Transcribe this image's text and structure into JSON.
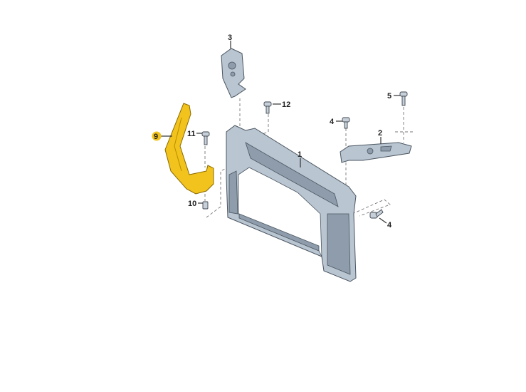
{
  "diagram": {
    "parts": [
      {
        "number": "1",
        "name": "front-end-carrier"
      },
      {
        "number": "2",
        "name": "lock-carrier-bracket"
      },
      {
        "number": "3",
        "name": "side-bracket"
      },
      {
        "number": "4",
        "name": "bolt"
      },
      {
        "number": "4",
        "name": "bolt-lower"
      },
      {
        "number": "5",
        "name": "bolt"
      },
      {
        "number": "9",
        "name": "highlighted-bracket"
      },
      {
        "number": "10",
        "name": "nut"
      },
      {
        "number": "11",
        "name": "bolt"
      },
      {
        "number": "12",
        "name": "bolt"
      }
    ],
    "highlight_color": "#f2c31c",
    "part_color": "#b9c5d1"
  }
}
